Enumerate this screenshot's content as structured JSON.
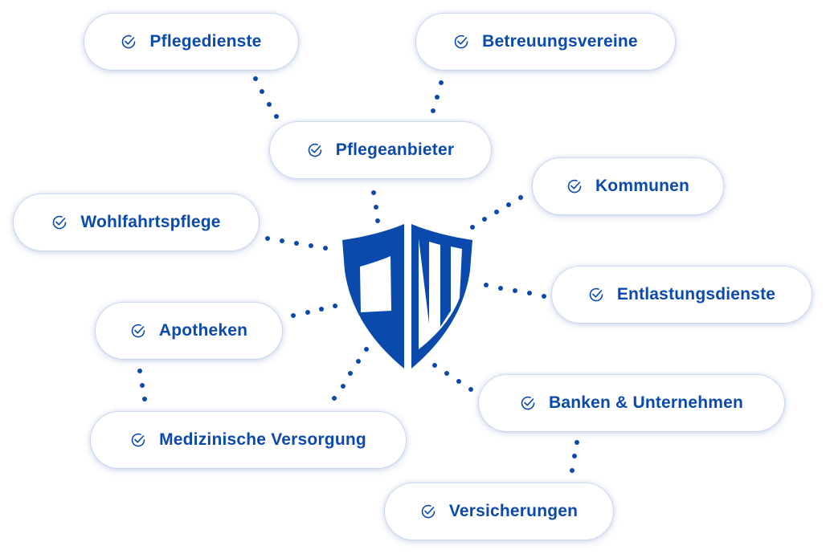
{
  "diagram": {
    "center": {
      "logo_text": "PW",
      "logo_icon": "shield-pw-logo-icon"
    },
    "accent_color": "#0a4aad",
    "nodes": [
      {
        "label": "Pflegedienste",
        "icon": "check-circle-icon"
      },
      {
        "label": "Betreuungsvereine",
        "icon": "check-circle-icon"
      },
      {
        "label": "Pflegeanbieter",
        "icon": "check-circle-icon"
      },
      {
        "label": "Kommunen",
        "icon": "check-circle-icon"
      },
      {
        "label": "Wohlfahrtspflege",
        "icon": "check-circle-icon"
      },
      {
        "label": "Entlastungsdienste",
        "icon": "check-circle-icon"
      },
      {
        "label": "Apotheken",
        "icon": "check-circle-icon"
      },
      {
        "label": "Banken & Unternehmen",
        "icon": "check-circle-icon"
      },
      {
        "label": "Medizinische Versorgung",
        "icon": "check-circle-icon"
      },
      {
        "label": "Versicherungen",
        "icon": "check-circle-icon"
      }
    ]
  }
}
